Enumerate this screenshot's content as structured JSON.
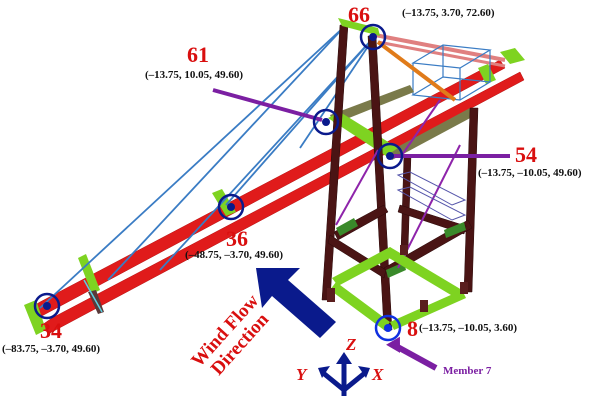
{
  "figure": {
    "title": "Crane structural model with monitored nodes",
    "colors": {
      "label_red": "#d90f0f",
      "boom": "#e01b1b",
      "joint_green": "#7ed321",
      "column": "#4a1414",
      "cable": "#3a7cc4",
      "brace": "#8e24aa",
      "olive_beam": "#7a7a4a",
      "orange_member": "#e07b1a",
      "marker": "#0a1a8c",
      "wind_arrow": "#0a1a8c",
      "pink_rail": "#e08080",
      "member_pointer": "#7b1fa2"
    }
  },
  "nodes": [
    {
      "id": "66",
      "coords": "(–13.75, 3.70, 72.60)"
    },
    {
      "id": "61",
      "coords": "(–13.75, 10.05, 49.60)"
    },
    {
      "id": "54",
      "coords": "(–13.75, –10.05, 49.60)"
    },
    {
      "id": "36",
      "coords": "(–48.75, –3.70, 49.60)"
    },
    {
      "id": "34",
      "coords": "(–83.75, –3.70, 49.60)"
    },
    {
      "id": "8",
      "coords": "(–13.75, –10.05, 3.60)"
    }
  ],
  "wind": {
    "line1": "Wind Flow",
    "line2": "Direction"
  },
  "axes": {
    "z": "Z",
    "y": "Y",
    "x": "X"
  },
  "member": {
    "label": "Member 7"
  }
}
